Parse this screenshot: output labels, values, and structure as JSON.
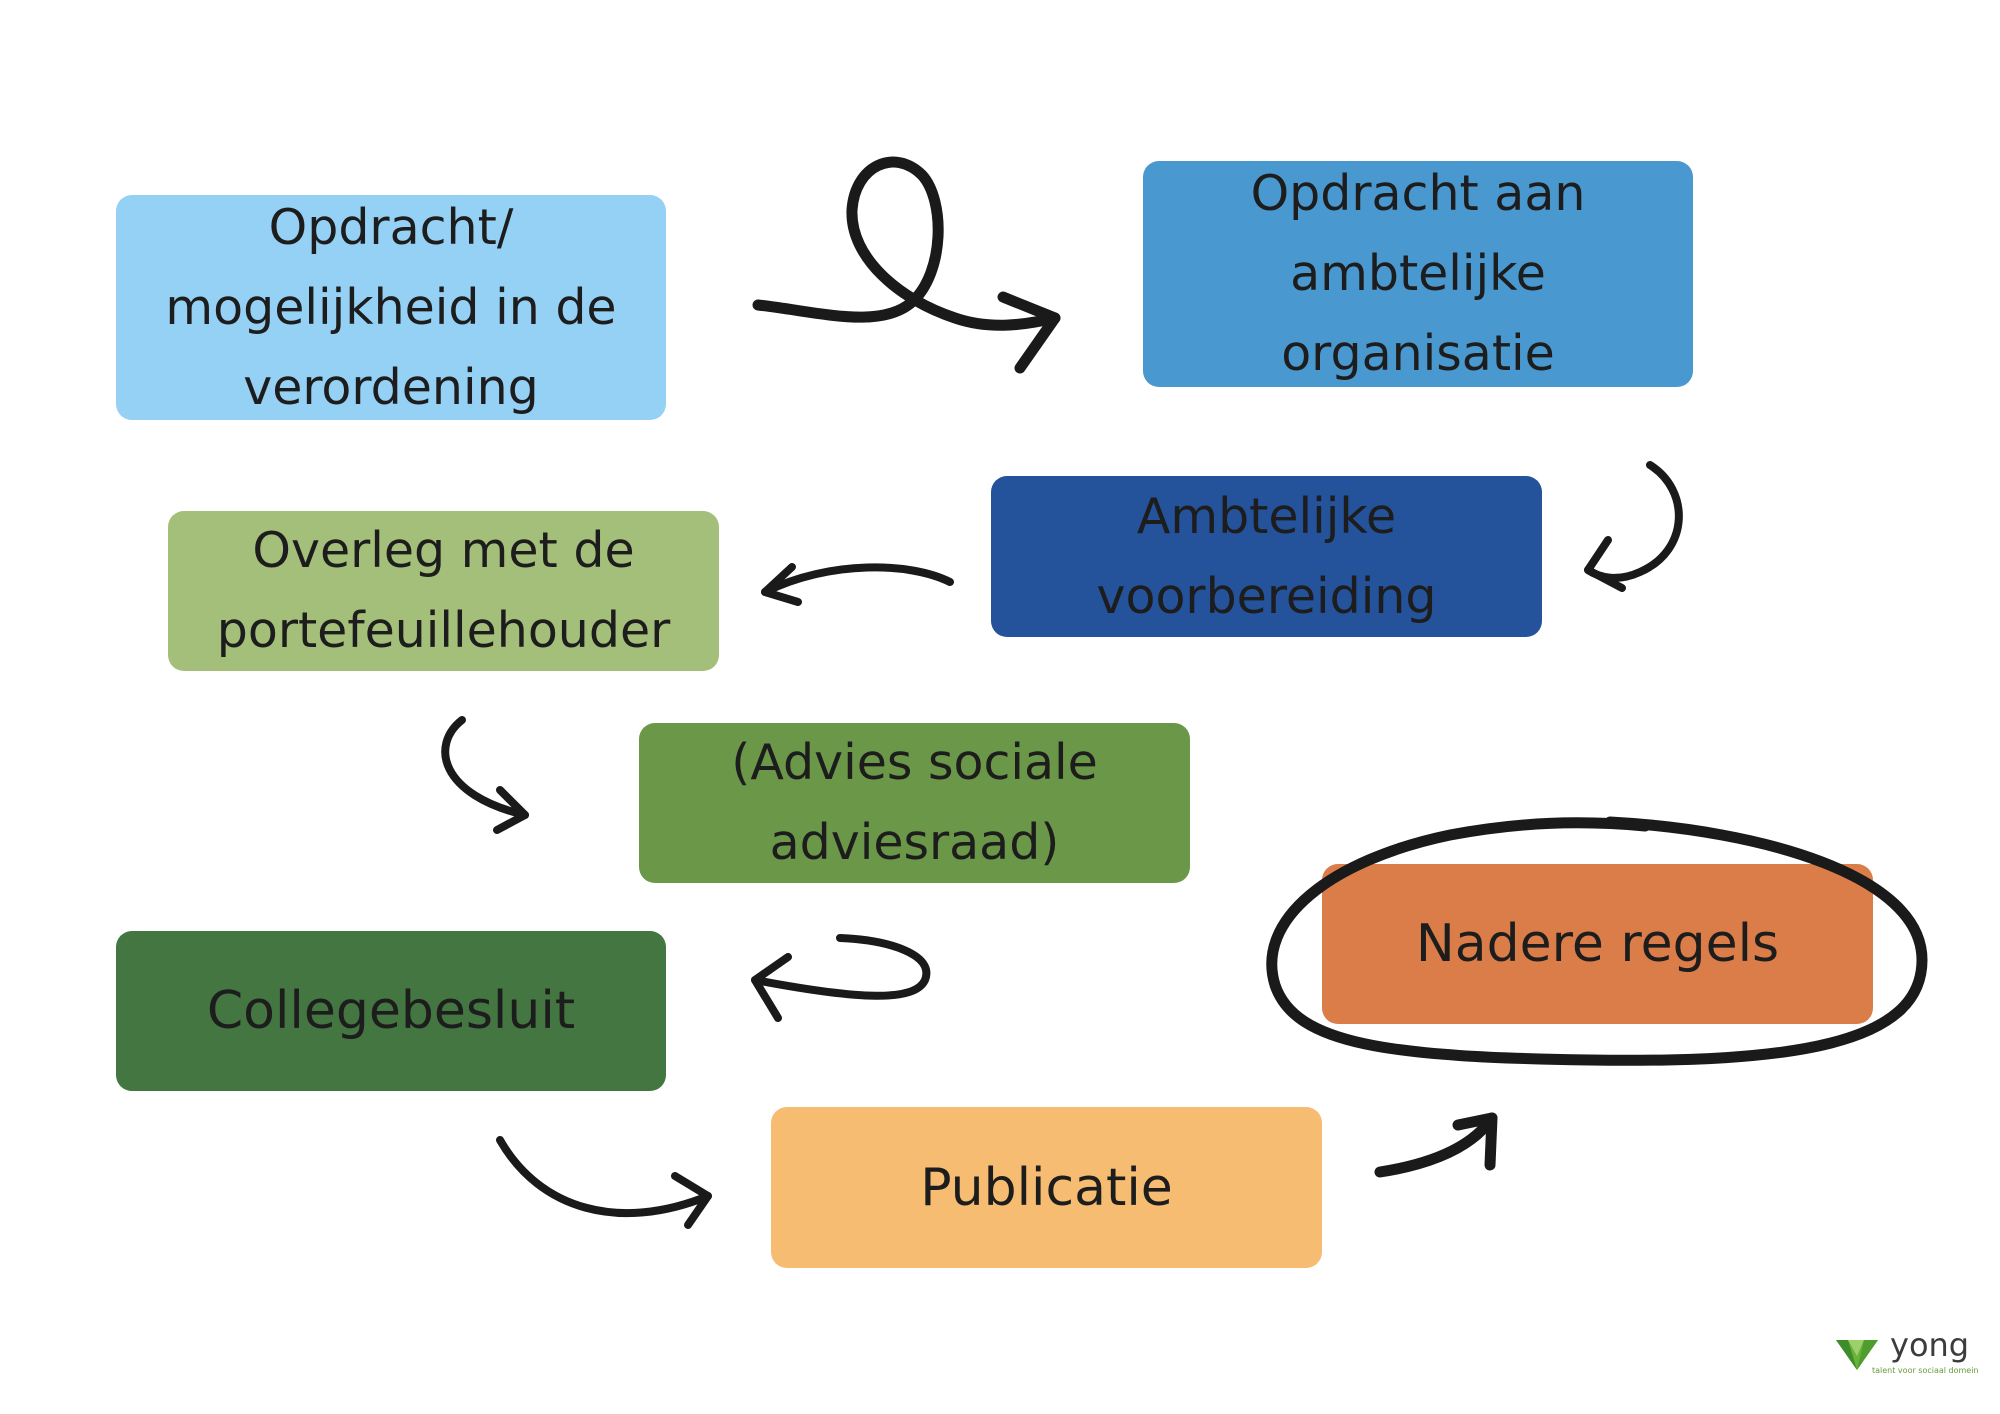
{
  "diagram": {
    "steps": [
      {
        "id": "1",
        "lines": [
          "Opdracht/",
          "mogelijkheid in de",
          "verordening"
        ],
        "color": "#95d1f5"
      },
      {
        "id": "2",
        "lines": [
          "Opdracht aan",
          "ambtelijke",
          "organisatie"
        ],
        "color": "#4a98d0"
      },
      {
        "id": "3",
        "lines": [
          "Ambtelijke",
          "voorbereiding"
        ],
        "color": "#24529b"
      },
      {
        "id": "4",
        "lines": [
          "Overleg met de",
          "portefeuillehouder"
        ],
        "color": "#a3bf79"
      },
      {
        "id": "5",
        "lines": [
          "(Advies sociale",
          "adviesraad)"
        ],
        "color": "#6b9748"
      },
      {
        "id": "6",
        "lines": [
          "Collegebesluit"
        ],
        "color": "#437640"
      },
      {
        "id": "7",
        "lines": [
          "Publicatie"
        ],
        "color": "#f6bc72"
      },
      {
        "id": "8",
        "lines": [
          "Nadere regels"
        ],
        "color": "#db7d49",
        "circled": true
      }
    ],
    "arrow_icon": "hand-drawn-arrow-icon",
    "ink_color": "#1a1a1a"
  },
  "logo": {
    "word": "yong",
    "tagline": "talent voor sociaal domein",
    "icon": "green-gem-logo-icon",
    "colors": [
      "#6bb23a",
      "#3f8c2a"
    ]
  }
}
